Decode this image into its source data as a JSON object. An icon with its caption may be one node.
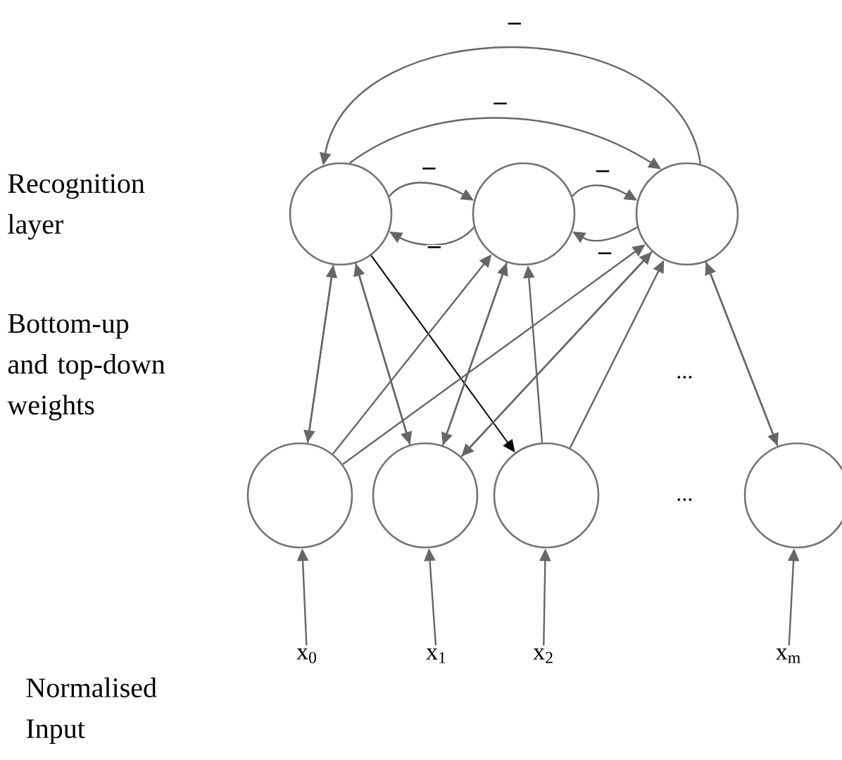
{
  "diagram": {
    "nodes": [
      {
        "text": [],
        "shape": "circle"
      },
      {
        "text": [],
        "shape": "circle"
      },
      {
        "text": [],
        "shape": "circle"
      },
      {
        "text": [],
        "shape": "circle"
      },
      {
        "text": [],
        "shape": "circle"
      },
      {
        "text": [],
        "shape": "circle"
      },
      {
        "text": [],
        "shape": "circle"
      },
      {
        "text": [
          "x$_{0}$"
        ]
      },
      {
        "text": [
          "x$_{1}$"
        ]
      },
      {
        "text": [
          "x$_{2}$"
        ]
      },
      {
        "text": [
          "x$_{m}$"
        ]
      }
    ],
    "edges": [
      {
        "from": 2,
        "to": 0,
        "arrow": "to",
        "label": "–"
      },
      {
        "from": 0,
        "to": 2,
        "arrow": "to",
        "label": "–"
      },
      {
        "from": 0,
        "to": 1,
        "arrow": "to",
        "label": "–"
      },
      {
        "from": 1,
        "to": 0,
        "arrow": "to",
        "label": "–"
      },
      {
        "from": 1,
        "to": 2,
        "arrow": "to",
        "label": "–"
      },
      {
        "from": 2,
        "to": 1,
        "arrow": "to",
        "label": "–"
      },
      {
        "from": 0,
        "to": 3,
        "arrow": "to"
      },
      {
        "from": 3,
        "to": 0,
        "arrow": "to"
      },
      {
        "from": 0,
        "to": 4,
        "arrow": "to"
      },
      {
        "from": 4,
        "to": 0,
        "arrow": "to"
      },
      {
        "from": 0,
        "to": 5,
        "arrow": "to",
        "color": "#000000"
      },
      {
        "from": 3,
        "to": 1,
        "arrow": "to"
      },
      {
        "from": 3,
        "to": 2,
        "arrow": "to"
      },
      {
        "from": 1,
        "to": 4,
        "arrow": "to"
      },
      {
        "from": 4,
        "to": 1,
        "arrow": "to"
      },
      {
        "from": 4,
        "to": 2,
        "arrow": "to"
      },
      {
        "from": 2,
        "to": 4,
        "arrow": "to"
      },
      {
        "from": 5,
        "to": 1,
        "arrow": "to"
      },
      {
        "from": 5,
        "to": 2,
        "arrow": "to"
      },
      {
        "from": 2,
        "to": 6,
        "arrow": "to"
      },
      {
        "from": 6,
        "to": 2,
        "arrow": "to"
      },
      {
        "from": 7,
        "to": 3,
        "arrow": "to"
      },
      {
        "from": 8,
        "to": 4,
        "arrow": "to"
      },
      {
        "from": 9,
        "to": 5,
        "arrow": "to"
      },
      {
        "from": 10,
        "to": 6,
        "arrow": "to"
      }
    ],
    "labels": [
      "Recognition layer",
      "Bottom-up and top-down weights",
      "...",
      "...",
      "Normalised Input"
    ]
  }
}
